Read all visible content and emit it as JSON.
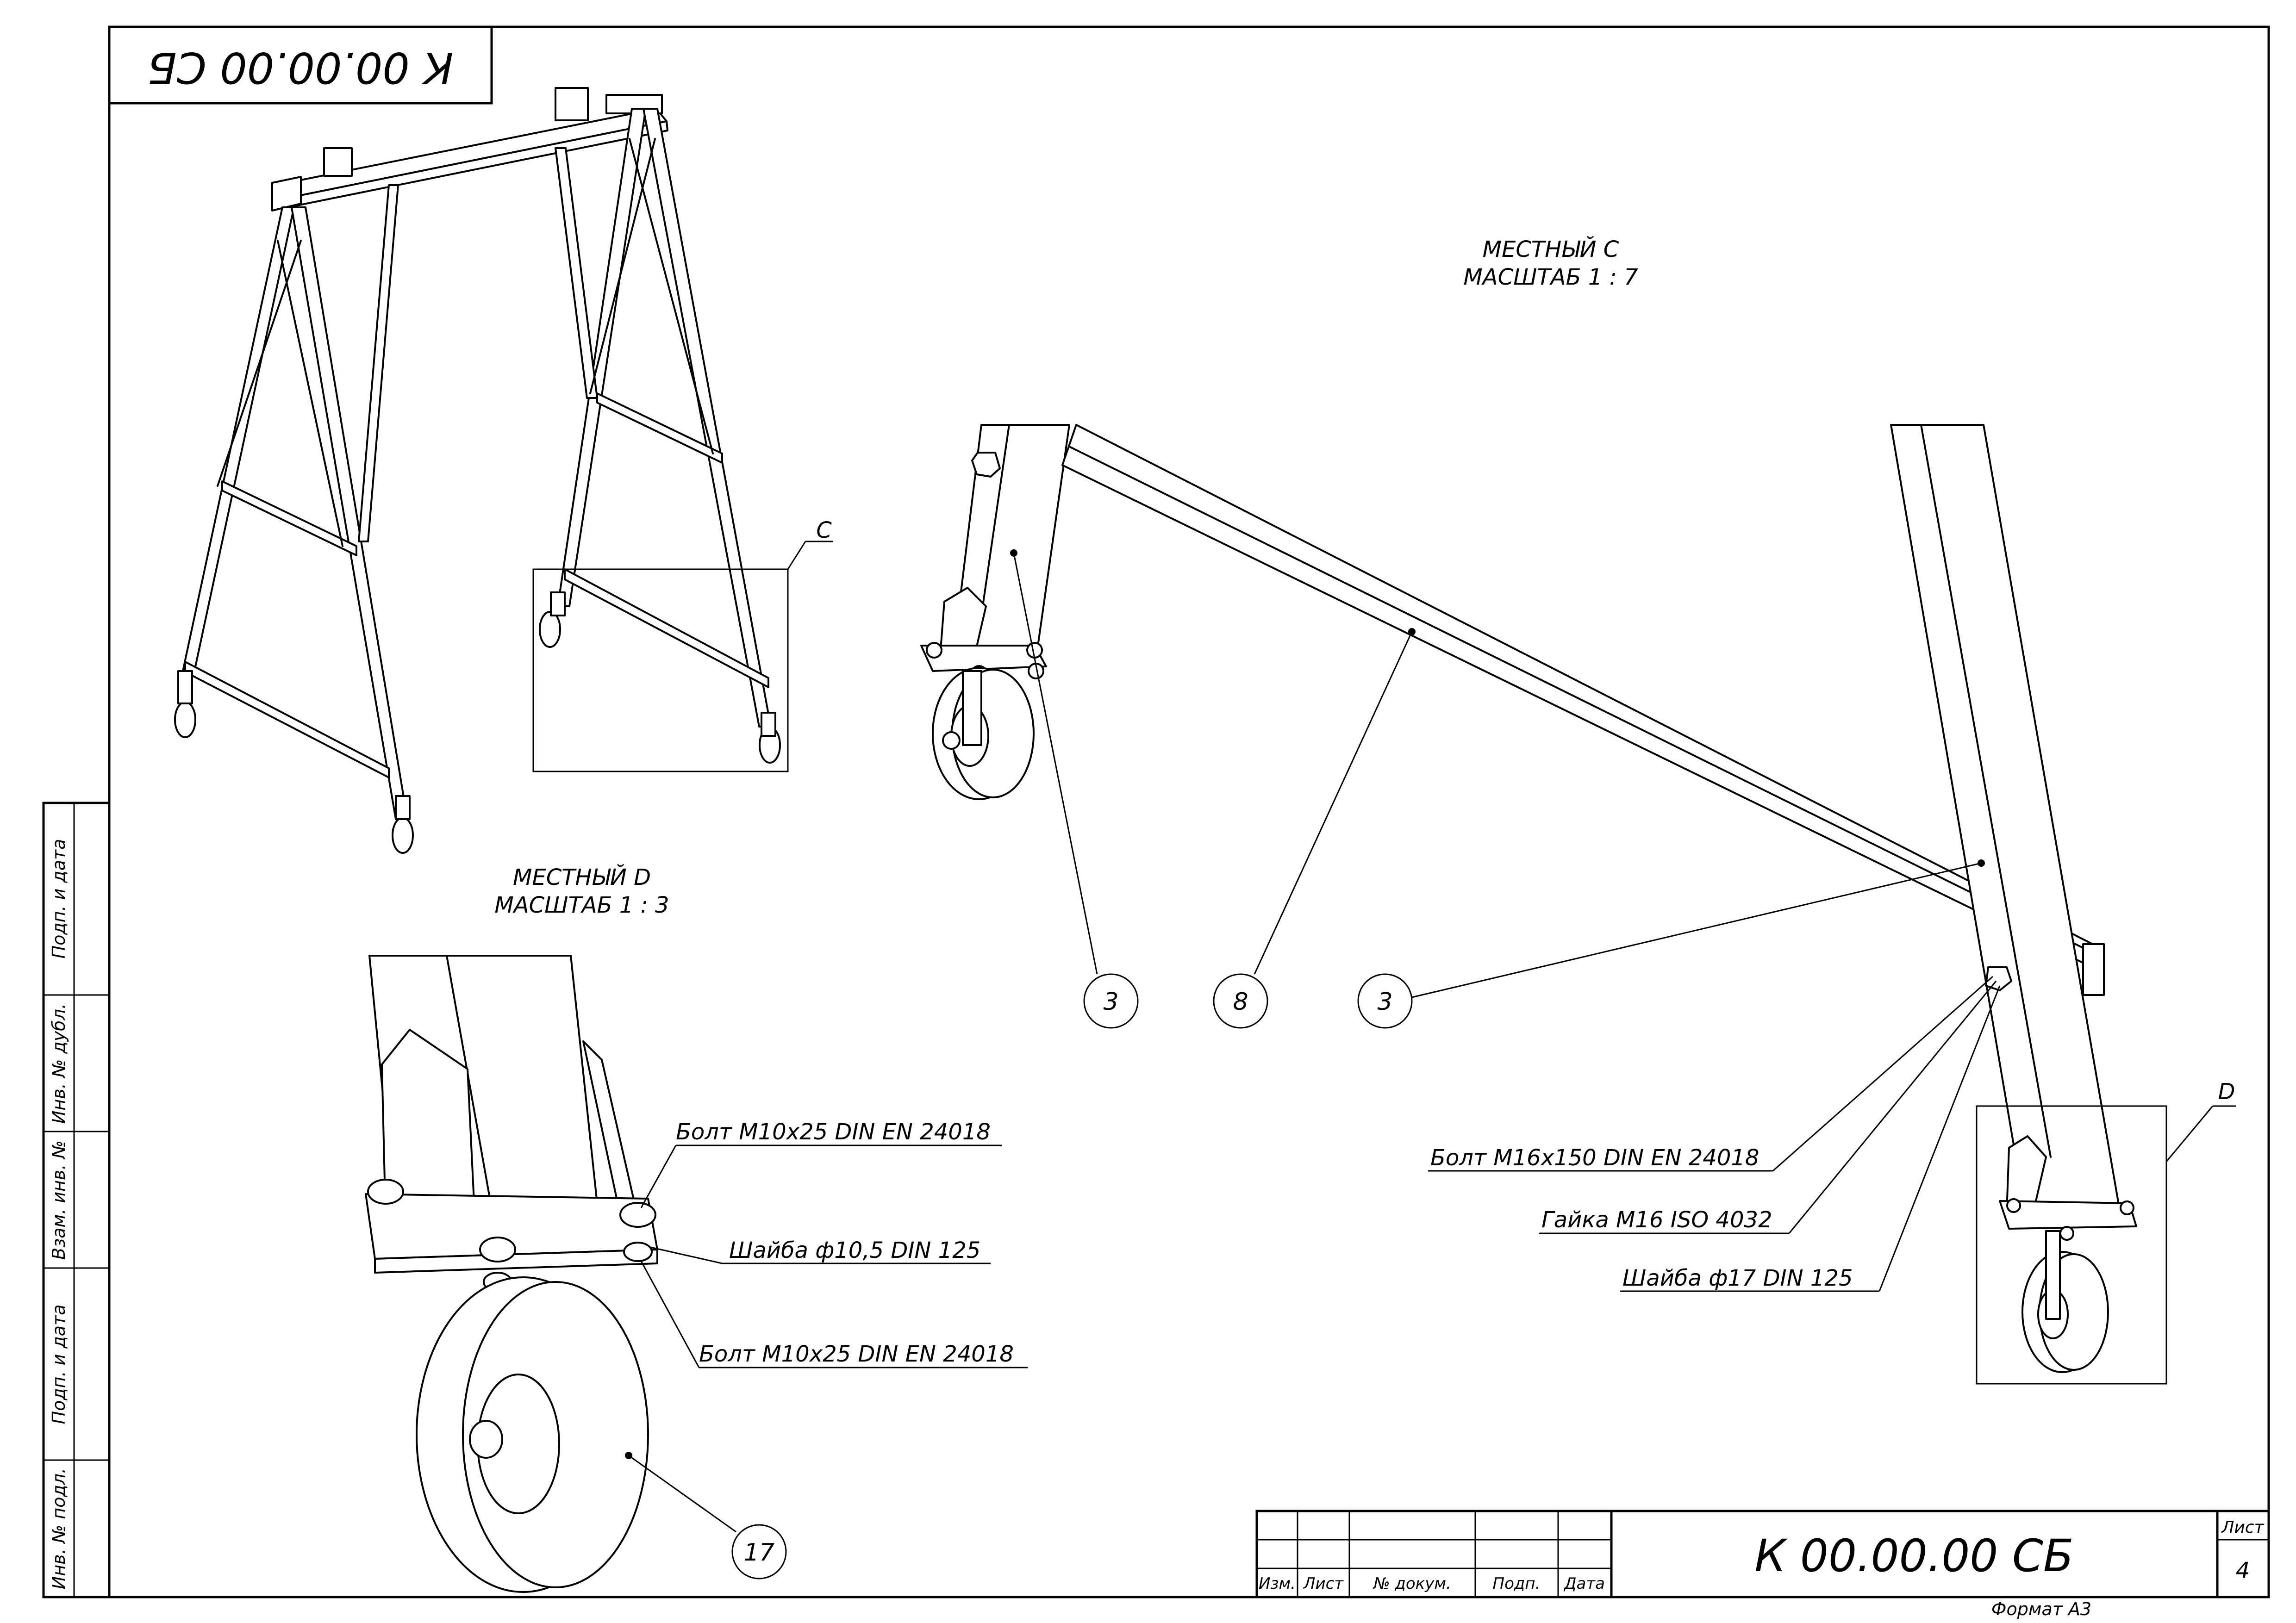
{
  "sheet": {
    "designation": "К 00.00.00 СБ",
    "designation_rotated": "К 00.00.00 СБ",
    "sheet_label": "Лист",
    "sheet_number": "4",
    "format": "Формат А3"
  },
  "title_block": {
    "columns": [
      "Изм.",
      "Лист",
      "№ докум.",
      "Подп.",
      "Дата"
    ]
  },
  "side_strip": [
    "Инв. № подл.",
    "Подп. и дата",
    "Взам. инв. №",
    "Инв. № дубл.",
    "Подп. и дата"
  ],
  "views": {
    "local_c": {
      "title": "МЕСТНЫЙ С",
      "scale": "МАСШТАБ 1 : 7",
      "marker": "С"
    },
    "local_d": {
      "title": "МЕСТНЫЙ D",
      "scale": "МАСШТАБ 1 : 3",
      "marker": "D"
    }
  },
  "balloons": {
    "b1": "3",
    "b2": "8",
    "b3": "3",
    "b4": "17"
  },
  "callouts": {
    "d_bolt_top": "Болт М10х25 DIN EN 24018",
    "d_washer": "Шайба ф10,5 DIN 125",
    "d_bolt_bottom": "Болт М10х25 DIN EN 24018",
    "c_bolt": "Болт М16х150 DIN EN 24018",
    "c_nut": "Гайка М16 ISO 4032",
    "c_washer": "Шайба ф17 DIN 125"
  }
}
